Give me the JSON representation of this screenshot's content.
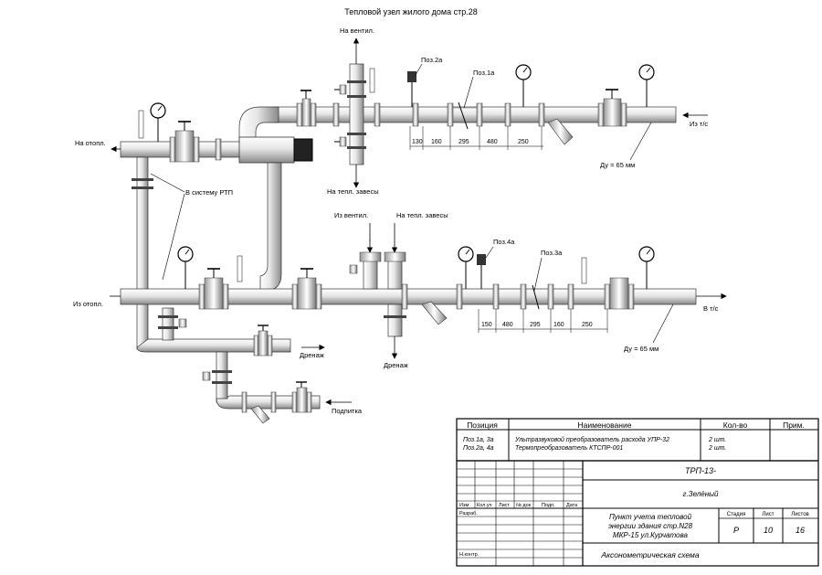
{
  "title": "Тепловой узел жилого дома стр.28",
  "labels": {
    "to_vent_top": "На вентил.",
    "poz2a": "Поз.2а",
    "poz1a": "Поз.1а",
    "na_otopl": "На отопл.",
    "iz_ts_top": "Из т/с",
    "du_top": "Ду = 65 мм",
    "na_tepl_zavesy": "На тепл. завесы",
    "v_sistemu_rtp": "В систему РТП",
    "iz_ventil": "Из вентил.",
    "iz_tepl_zavesy": "На тепл. завесы",
    "poz4a": "Поз.4а",
    "poz3a": "Поз.3а",
    "iz_otopl": "Из отопл.",
    "v_ts": "В т/с",
    "du_bottom": "Ду = 65 мм",
    "drenazh_right": "Дренаж",
    "drenazh_bottom": "Дренаж",
    "podpitka": "Подпитка"
  },
  "dims_top": [
    "130",
    "160",
    "295",
    "480",
    "250"
  ],
  "dims_bottom": [
    "150",
    "480",
    "295",
    "160",
    "250"
  ],
  "spec": {
    "headers": [
      "Позиция",
      "Наименование",
      "Кол-во",
      "Прим."
    ],
    "rows": [
      {
        "pos1": "Поз.1а, 3а",
        "pos2": "Поз.2а, 4а",
        "name1": "Ультразвуковой преобразователь расхода УПР-32",
        "name2": "Термопреобразователь КТСПР-001",
        "qty1": "2 шт.",
        "qty2": "2 шт."
      }
    ]
  },
  "stamp": {
    "code": "ТРП-13-",
    "city": "г.Зелёный",
    "cols": [
      "Изм",
      "Кол.уч",
      "Лист",
      "№ док",
      "Подп.",
      "Дата"
    ],
    "razrab": "Разраб.",
    "nkontr": "Н.контр.",
    "desc1": "Пункт учета тепловой",
    "desc2": "энергии здания стр.N28",
    "desc3": "МКР-15 ул.Курчатова",
    "stadia_h": "Стадия",
    "list_h": "Лист",
    "listov_h": "Листов",
    "stadia": "Р",
    "list": "10",
    "listov": "16",
    "sheet_name": "Аксонометрическая схема"
  }
}
